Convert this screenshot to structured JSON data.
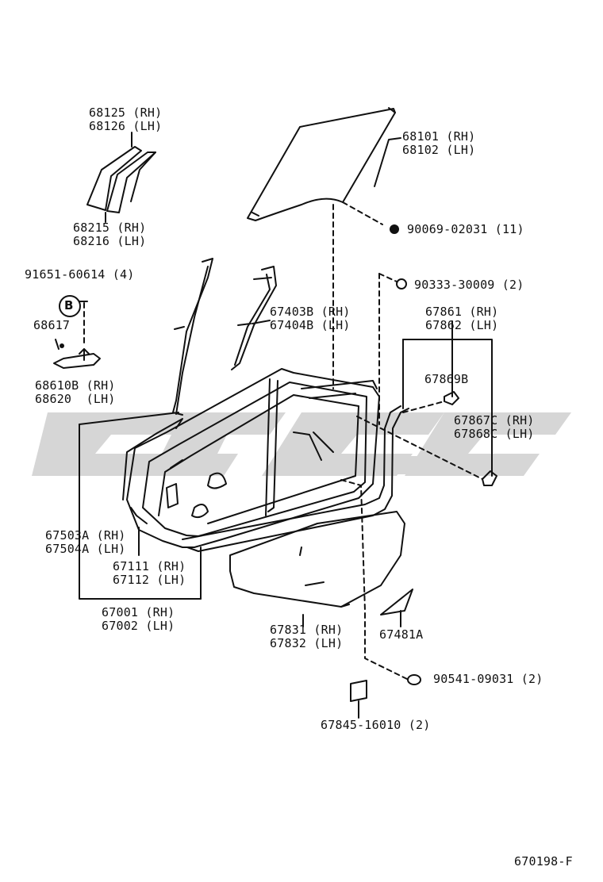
{
  "diagram": {
    "parts": [
      {
        "id": "p68125",
        "rh": "68125 (RH)",
        "lh": "68126 (LH)"
      },
      {
        "id": "p68215",
        "rh": "68215 (RH)",
        "lh": "68216 (LH)"
      },
      {
        "id": "p68101",
        "rh": "68101 (RH)",
        "lh": "68102 (LH)"
      },
      {
        "id": "p90069",
        "label": "90069-02031 (11)"
      },
      {
        "id": "p91651",
        "label": "91651-60614 (4)"
      },
      {
        "id": "p90333",
        "label": "90333-30009 (2)"
      },
      {
        "id": "p67403",
        "rh": "67403B (RH)",
        "lh": "67404B (LH)"
      },
      {
        "id": "p67861",
        "rh": "67861 (RH)",
        "lh": "67862 (LH)"
      },
      {
        "id": "p68617",
        "label": "68617"
      },
      {
        "id": "p67869",
        "label": "67869B"
      },
      {
        "id": "p68610",
        "rh": "68610B (RH)",
        "lh": "68620  (LH)"
      },
      {
        "id": "p67867",
        "rh": "67867C (RH)",
        "lh": "67868C (LH)"
      },
      {
        "id": "p67503",
        "rh": "67503A (RH)",
        "lh": "67504A (LH)"
      },
      {
        "id": "p67111",
        "rh": "67111 (RH)",
        "lh": "67112 (LH)"
      },
      {
        "id": "p67001",
        "rh": "67001 (RH)",
        "lh": "67002 (LH)"
      },
      {
        "id": "p67831",
        "rh": "67831 (RH)",
        "lh": "67832 (LH)"
      },
      {
        "id": "p67481",
        "label": "67481A"
      },
      {
        "id": "p90541",
        "label": "90541-09031 (2)"
      },
      {
        "id": "p67845",
        "label": "67845-16010 (2)"
      }
    ],
    "callout_b": "B",
    "figure_code": "670198-F",
    "watermark_color": "#c8c8c8",
    "line_color": "#111111"
  }
}
